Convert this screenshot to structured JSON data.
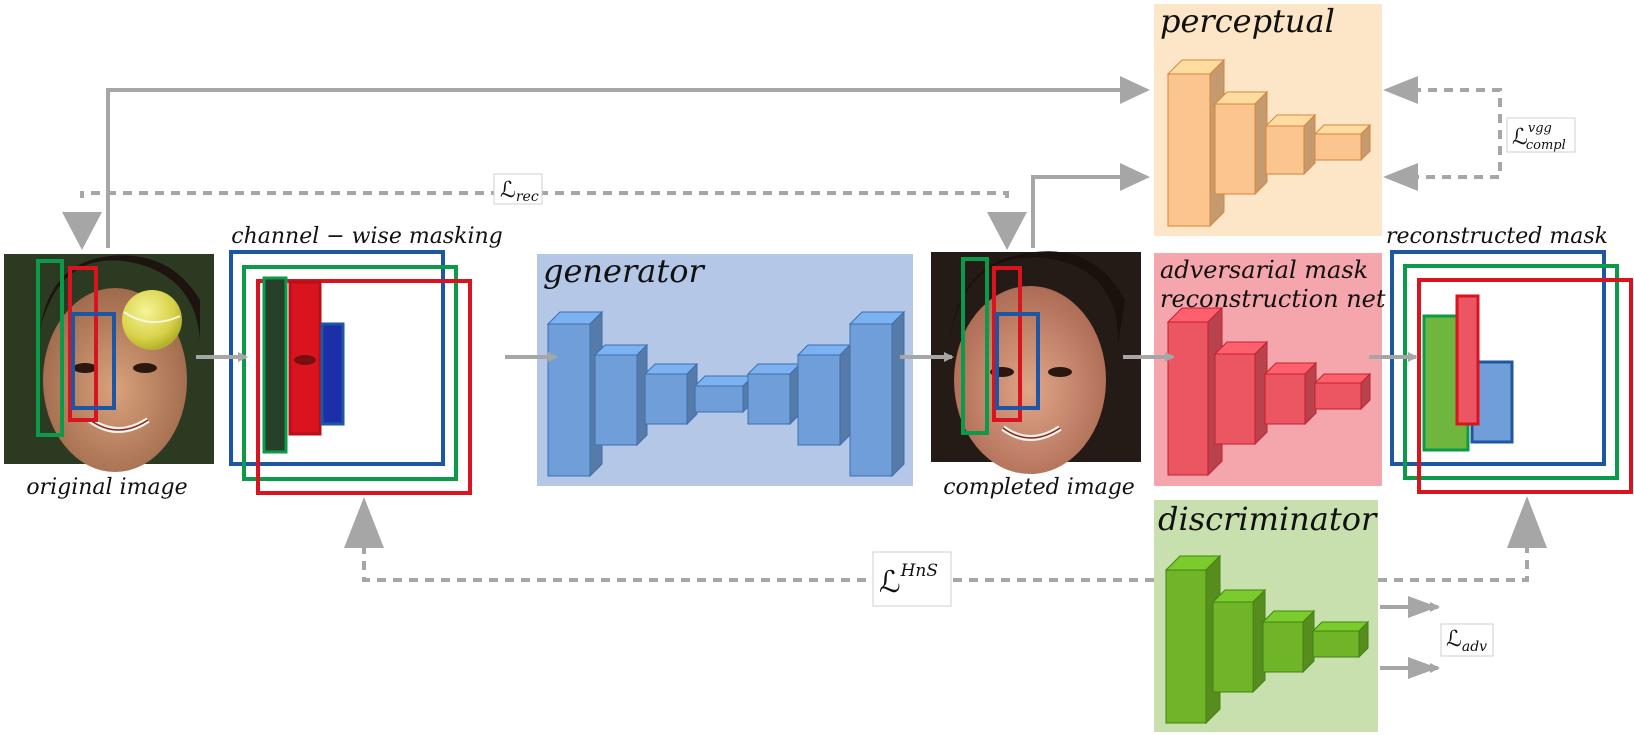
{
  "labels": {
    "original_image": "original image",
    "channel_wise_masking": "channel − wise masking",
    "generator": "generator",
    "completed_image": "completed image",
    "perceptual": "perceptual",
    "adversarial_line1": "adversarial mask",
    "adversarial_line2": "reconstruction net",
    "reconstructed_mask": "reconstructed mask",
    "discriminator": "discriminator"
  },
  "losses": {
    "rec": {
      "symbol": "ℒ",
      "sub": "rec"
    },
    "vgg": {
      "symbol": "ℒ",
      "sup": "vgg",
      "sub": "compl"
    },
    "hns": {
      "symbol": "ℒ",
      "sup": "HnS"
    },
    "adv": {
      "symbol": "ℒ",
      "sub": "adv"
    }
  },
  "colors": {
    "arrow": "#a6a6a6",
    "mask_green": "#0a9a4a",
    "mask_red": "#d9141e",
    "mask_blue": "#1d56a3",
    "generator_bg": "#b4c7e7",
    "generator_block": "#6f9ed8",
    "perceptual_bg": "#fde5c8",
    "perceptual_block": "#fbc58f",
    "adversarial_bg": "#f4a6ac",
    "adversarial_block": "#ec5662",
    "discriminator_bg": "#c8e0ae",
    "discriminator_block": "#6fb527"
  },
  "icons": [
    "face-photo",
    "tennis-ball"
  ]
}
